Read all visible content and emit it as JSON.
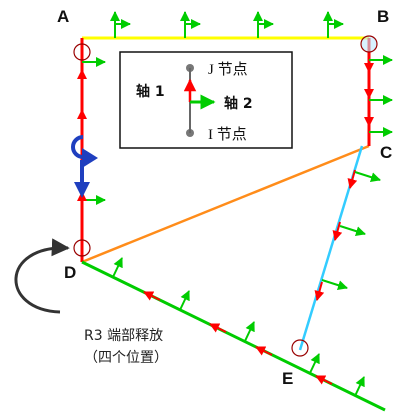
{
  "nodes": {
    "a": "A",
    "b": "B",
    "c": "C",
    "d": "D",
    "e": "E"
  },
  "legend": {
    "j_node": "J 节点",
    "i_node": "I 节点",
    "axis1": "轴 1",
    "axis2": "轴 2"
  },
  "note": {
    "line1": "R3 端部释放",
    "line2": "（四个位置）"
  },
  "colors": {
    "frame_ab": "#ffff00",
    "frame_ad": "#ff0000",
    "frame_bc": "#ff0000",
    "frame_ce": "#33ccff",
    "frame_de": "#00cc00",
    "frame_dc": "#ff8c1a",
    "axis1_arrow": "#ff0000",
    "axis2_arrow": "#00cc00",
    "moment_arrow": "#1f3fbf",
    "release_circle": "#990000"
  }
}
